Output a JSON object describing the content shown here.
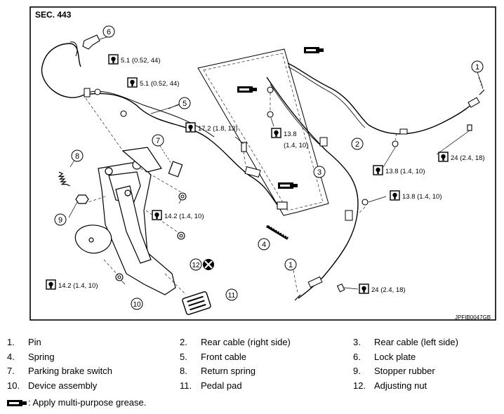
{
  "section": "SEC. 443",
  "figure_code": "JPFIB0047GB",
  "callouts": [
    "1",
    "6",
    "5",
    "7",
    "8",
    "9",
    "10",
    "11",
    "12",
    "2",
    "3",
    "4",
    "1"
  ],
  "torques": {
    "t1": "5.1 (0.52, 44)",
    "t2": "5.1 (0.52, 44)",
    "t3": "17.2 (1.8, 13)",
    "t4a": "13.8",
    "t4b": "(1.4, 10)",
    "t5": "14.2 (1.4, 10)",
    "t6": "14.2 (1.4, 10)",
    "t7": "24 (2.4, 18)",
    "t8": "13.8 (1.4, 10)",
    "t9": "13.8 (1.4, 10)",
    "t10": "24 (2.4, 18)"
  },
  "legend": [
    {
      "num": "1.",
      "text": "Pin"
    },
    {
      "num": "2.",
      "text": "Rear cable (right side)"
    },
    {
      "num": "3.",
      "text": "Rear cable (left side)"
    },
    {
      "num": "4.",
      "text": "Spring"
    },
    {
      "num": "5.",
      "text": "Front cable"
    },
    {
      "num": "6.",
      "text": "Lock plate"
    },
    {
      "num": "7.",
      "text": "Parking brake switch"
    },
    {
      "num": "8.",
      "text": "Return spring"
    },
    {
      "num": "9.",
      "text": "Stopper rubber"
    },
    {
      "num": "10.",
      "text": "Device assembly"
    },
    {
      "num": "11.",
      "text": "Pedal pad"
    },
    {
      "num": "12.",
      "text": "Adjusting nut"
    }
  ],
  "grease_note": ": Apply multi-purpose grease.",
  "icons": [
    "torque-wrench-icon",
    "grease-icon",
    "do-not-reuse-icon"
  ]
}
